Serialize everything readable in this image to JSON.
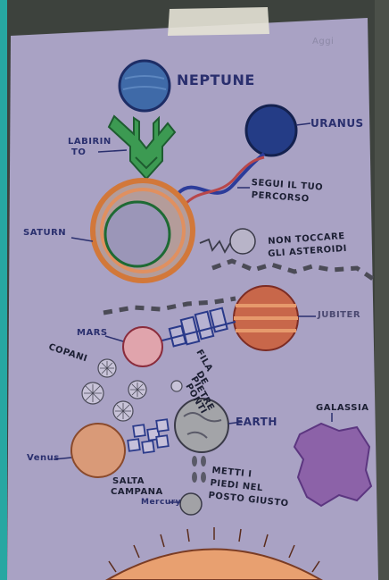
{
  "corner_mark": "Aggi",
  "labels": {
    "neptune": "NEPTUNE",
    "uranus": "URANUS",
    "labirinto_1": "LABIRIN",
    "labirinto_2": "TO",
    "segui_1": "SEGUI IL TUO",
    "segui_2": "PERCORSO",
    "saturn": "SATURN",
    "asteroidi_1": "NON TOCCARE",
    "asteroidi_2": "GLI ASTEROIDI",
    "jupiter": "JUBITER",
    "mars": "MARS",
    "copani": "COPANI",
    "fila_1": "FILA",
    "fila_2": "DE",
    "fila_3": "PIETRE",
    "fila_4": "PONTI",
    "earth": "EARTH",
    "galassia": "GALASSIA",
    "venus": "Venus",
    "salta_1": "SALTA",
    "salta_2": "CAMPANA",
    "metti_1": "METTI I",
    "metti_2": "PIEDI NEL",
    "metti_3": "POSTO GIUSTO",
    "mercury": "Mercury"
  },
  "colors": {
    "paper": "#a9a2c4",
    "ink": "#2a2f6e",
    "neptune": "#3f6aa8",
    "uranus": "#243c86",
    "saturn_ring": "#d2783a",
    "labyrinth": "#3c9a52",
    "jupiter": "#c8674a",
    "mars": "#e0a4ac",
    "venus": "#d99a78",
    "galaxy": "#8c62a8",
    "sun": "#e8a070"
  }
}
